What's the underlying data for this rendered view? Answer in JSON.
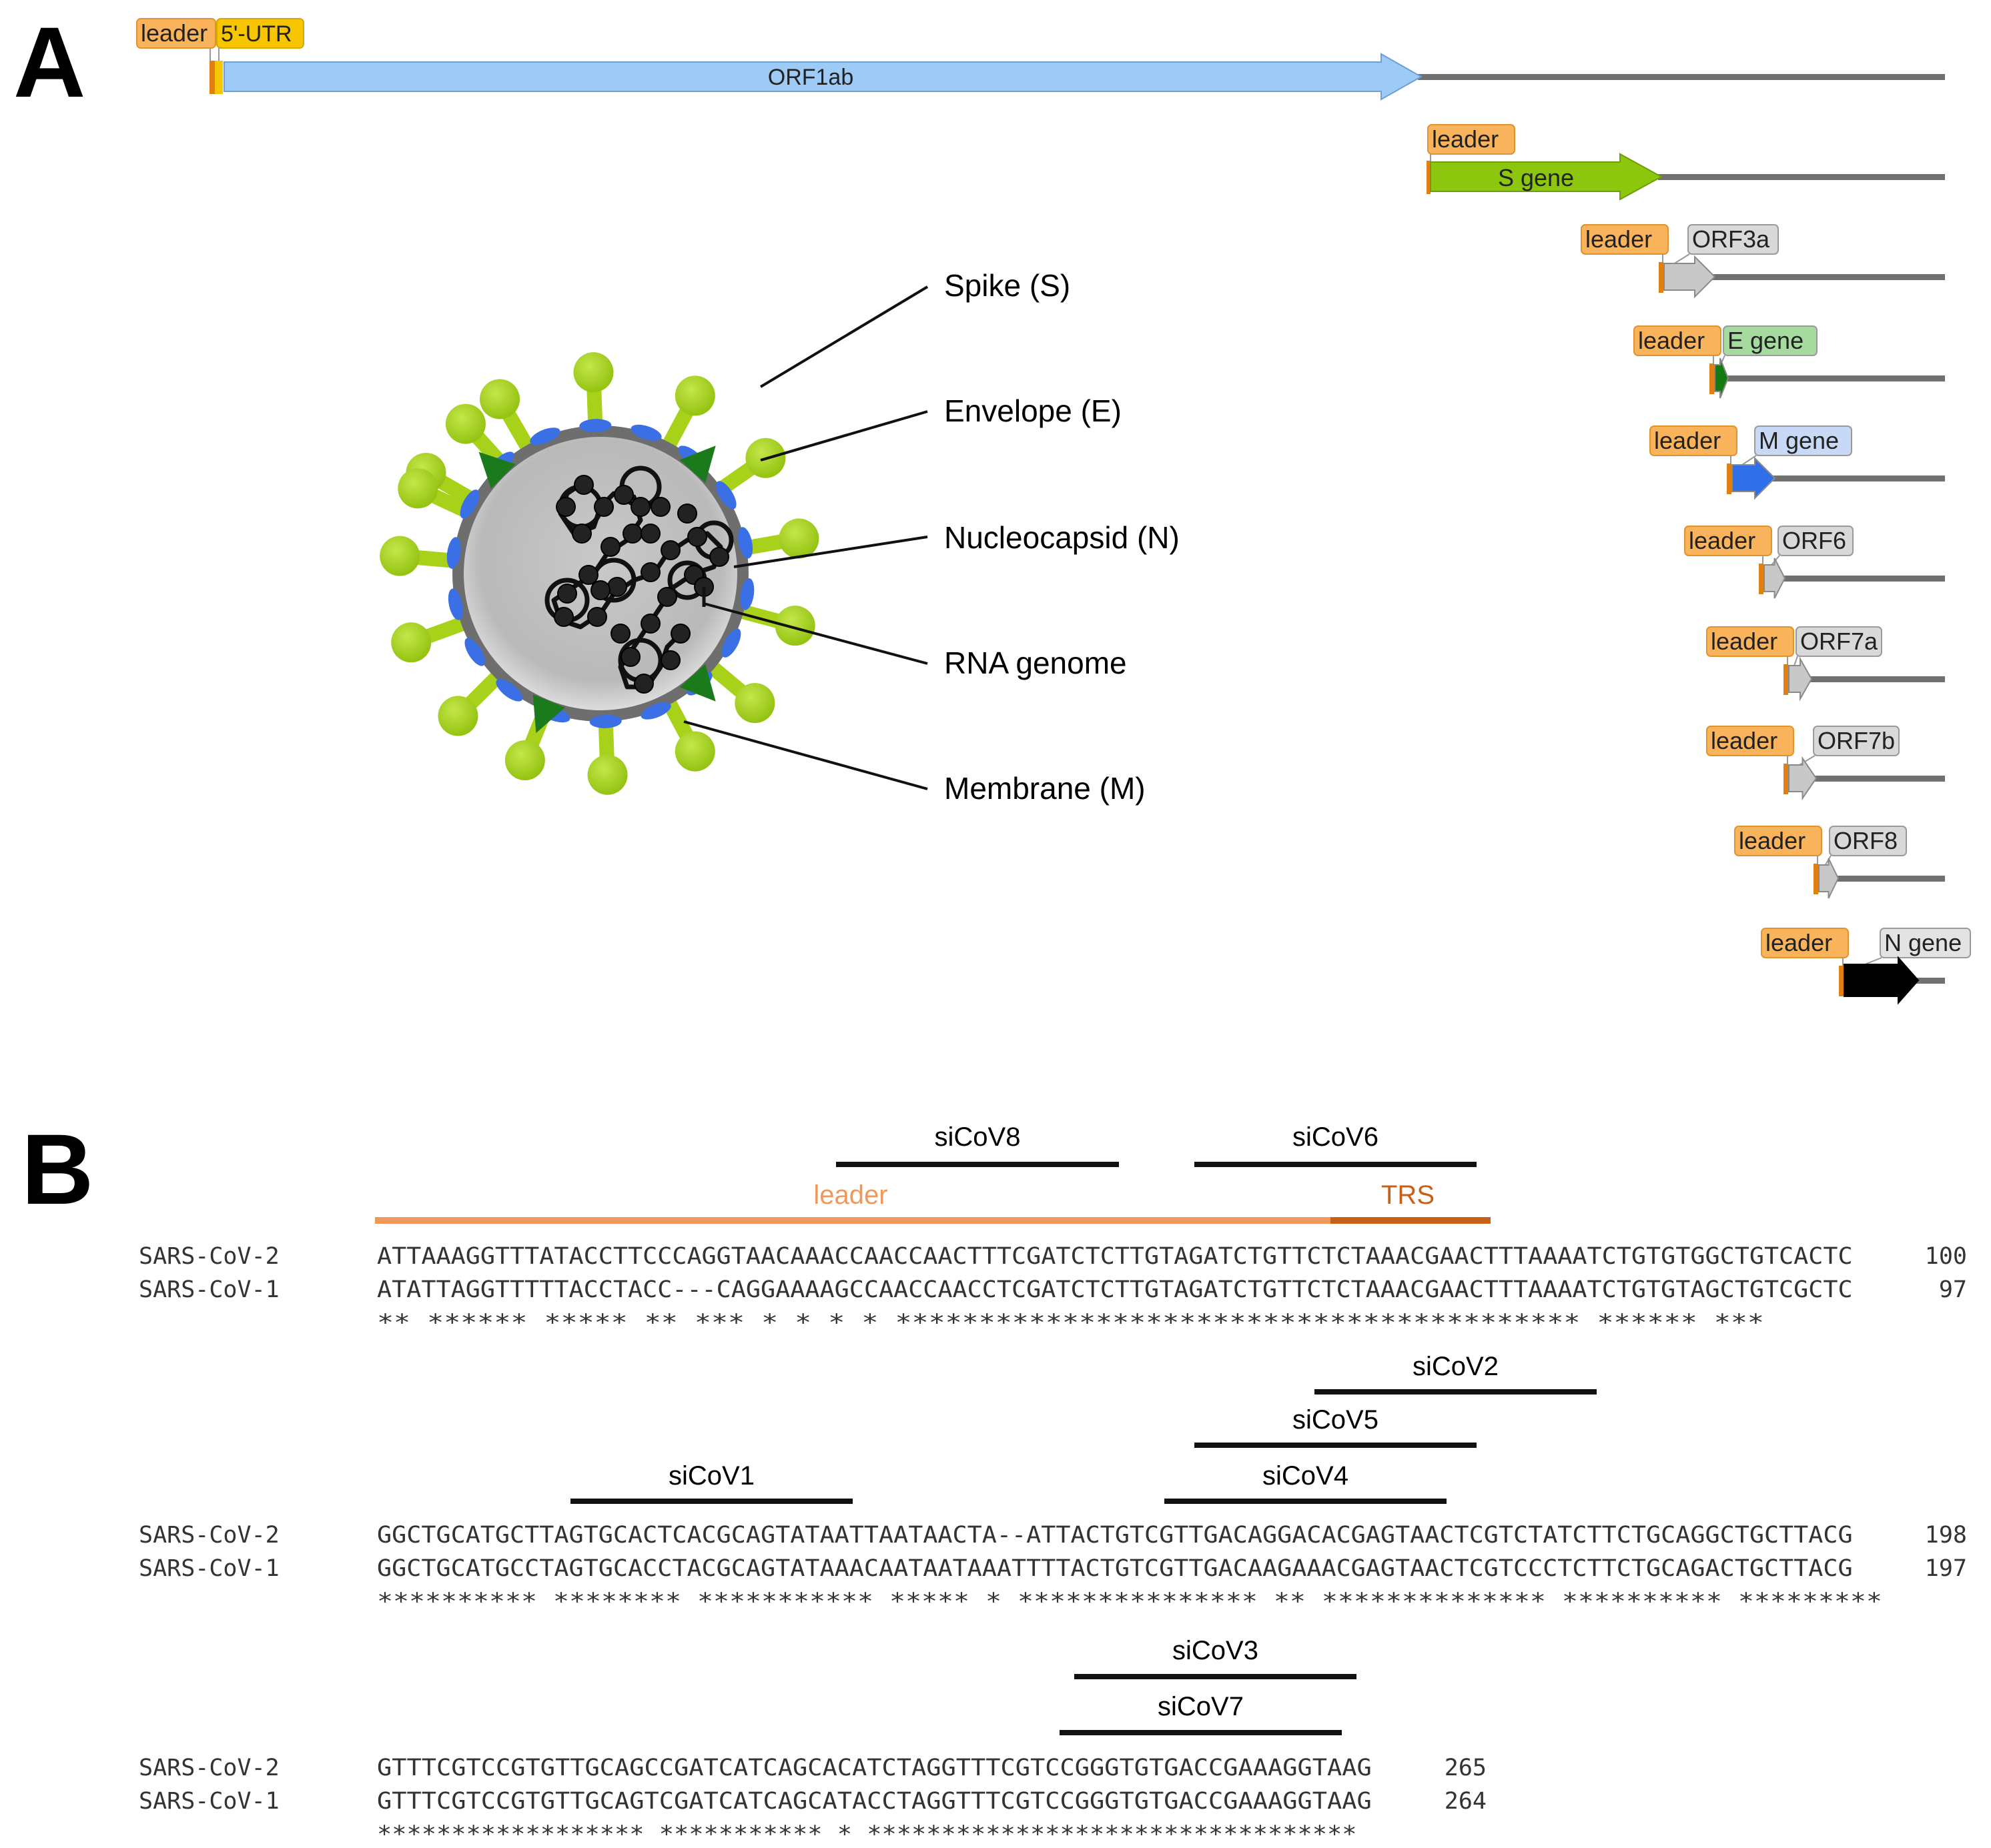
{
  "panels": {
    "a": "A",
    "b": "B"
  },
  "genome_tracks": [
    {
      "leader": "leader",
      "utr": "5'-UTR",
      "gene": "ORF1ab",
      "color": "#9ecbf5",
      "text_on_arrow": true
    },
    {
      "leader": "leader",
      "gene": "S gene",
      "color": "#8cc70d",
      "text_on_arrow": true
    },
    {
      "leader": "leader",
      "gene": "ORF3a",
      "color": "#c8c8c8",
      "tag_color": "#d9d9d9"
    },
    {
      "leader": "leader",
      "gene": "E gene",
      "color": "#147a14",
      "tag_color": "#a6dba0"
    },
    {
      "leader": "leader",
      "gene": "M gene",
      "color": "#2f6fe8",
      "tag_color": "#c7d9f7"
    },
    {
      "leader": "leader",
      "gene": "ORF6",
      "color": "#c8c8c8",
      "tag_color": "#d9d9d9"
    },
    {
      "leader": "leader",
      "gene": "ORF7a",
      "color": "#c8c8c8",
      "tag_color": "#d9d9d9"
    },
    {
      "leader": "leader",
      "gene": "ORF7b",
      "color": "#c8c8c8",
      "tag_color": "#d9d9d9"
    },
    {
      "leader": "leader",
      "gene": "ORF8",
      "color": "#c8c8c8",
      "tag_color": "#d9d9d9"
    },
    {
      "leader": "leader",
      "gene": "N gene",
      "color": "#000000",
      "tag_color": "#e3e3e3"
    }
  ],
  "virion_labels": [
    "Spike (S)",
    "Envelope (E)",
    "Nucleocapsid (N)",
    "RNA genome",
    "Membrane (M)"
  ],
  "colors": {
    "leader_tag": "#f9b35a",
    "utr_tag": "#f7c600",
    "spike": "#a8d21a",
    "envelope": "#1b7a1b",
    "membrane_protein": "#3a6fe6",
    "leader_bar": "#f0975a",
    "trs_bar": "#c8601a"
  },
  "alignment": {
    "blocks": [
      {
        "sirnas": [
          "siCoV8",
          "siCoV6"
        ],
        "region_labels": {
          "leader": "leader",
          "trs": "TRS"
        },
        "rows": [
          {
            "name": "SARS-CoV-2",
            "seq": "ATTAAAGGTTTATACCTTCCCAGGTAACAAACCAACCAACTTTCGATCTCTTGTAGATCTGTTCTCTAAACGAACTTTAAAATCTGTGTGGCTGTCACTC",
            "pos": "100"
          },
          {
            "name": "SARS-CoV-1",
            "seq": "ATATTAGGTTTTTACCTACC---CAGGAAAAGCCAACCAACCTCGATCTCTTGTAGATCTGTTCTCTAAACGAACTTTAAAATCTGTGTAGCTGTCGCTC",
            "pos": "97"
          }
        ],
        "cons": "**   ****** ***** **        *** * * * *   ***************************************** ****** ***"
      },
      {
        "sirnas": [
          "siCoV2",
          "siCoV5",
          "siCoV1",
          "siCoV4"
        ],
        "rows": [
          {
            "name": "SARS-CoV-2",
            "seq": "GGCTGCATGCTTAGTGCACTCACGCAGTATAATTAATAACTA--ATTACTGTCGTTGACAGGACACGAGTAACTCGTCTATCTTCTGCAGGCTGCTTACG",
            "pos": "198"
          },
          {
            "name": "SARS-CoV-1",
            "seq": "GGCTGCATGCCTAGTGCACCTACGCAGTATAAACAATAATAAATTTTACTGTCGTTGACAAGAAACGAGTAACTCGTCCCTCTTCTGCAGACTGCTTACG",
            "pos": "197"
          }
        ],
        "cons": "********** ********  ***********  *****  *    *************** ** **************   ********** *********"
      },
      {
        "sirnas": [
          "siCoV3",
          "siCoV7"
        ],
        "rows": [
          {
            "name": "SARS-CoV-2",
            "seq": "GTTTCGTCCGTGTTGCAGCCGATCATCAGCACATCTAGGTTTCGTCCGGGTGTGACCGAAAGGTAAG",
            "pos": "265"
          },
          {
            "name": "SARS-CoV-1",
            "seq": "GTTTCGTCCGTGTTGCAGTCGATCATCAGCATACCTAGGTTTCGTCCGGGTGTGACCGAAAGGTAAG",
            "pos": "264"
          }
        ],
        "cons": "****************** *********** * *********************************"
      }
    ]
  }
}
